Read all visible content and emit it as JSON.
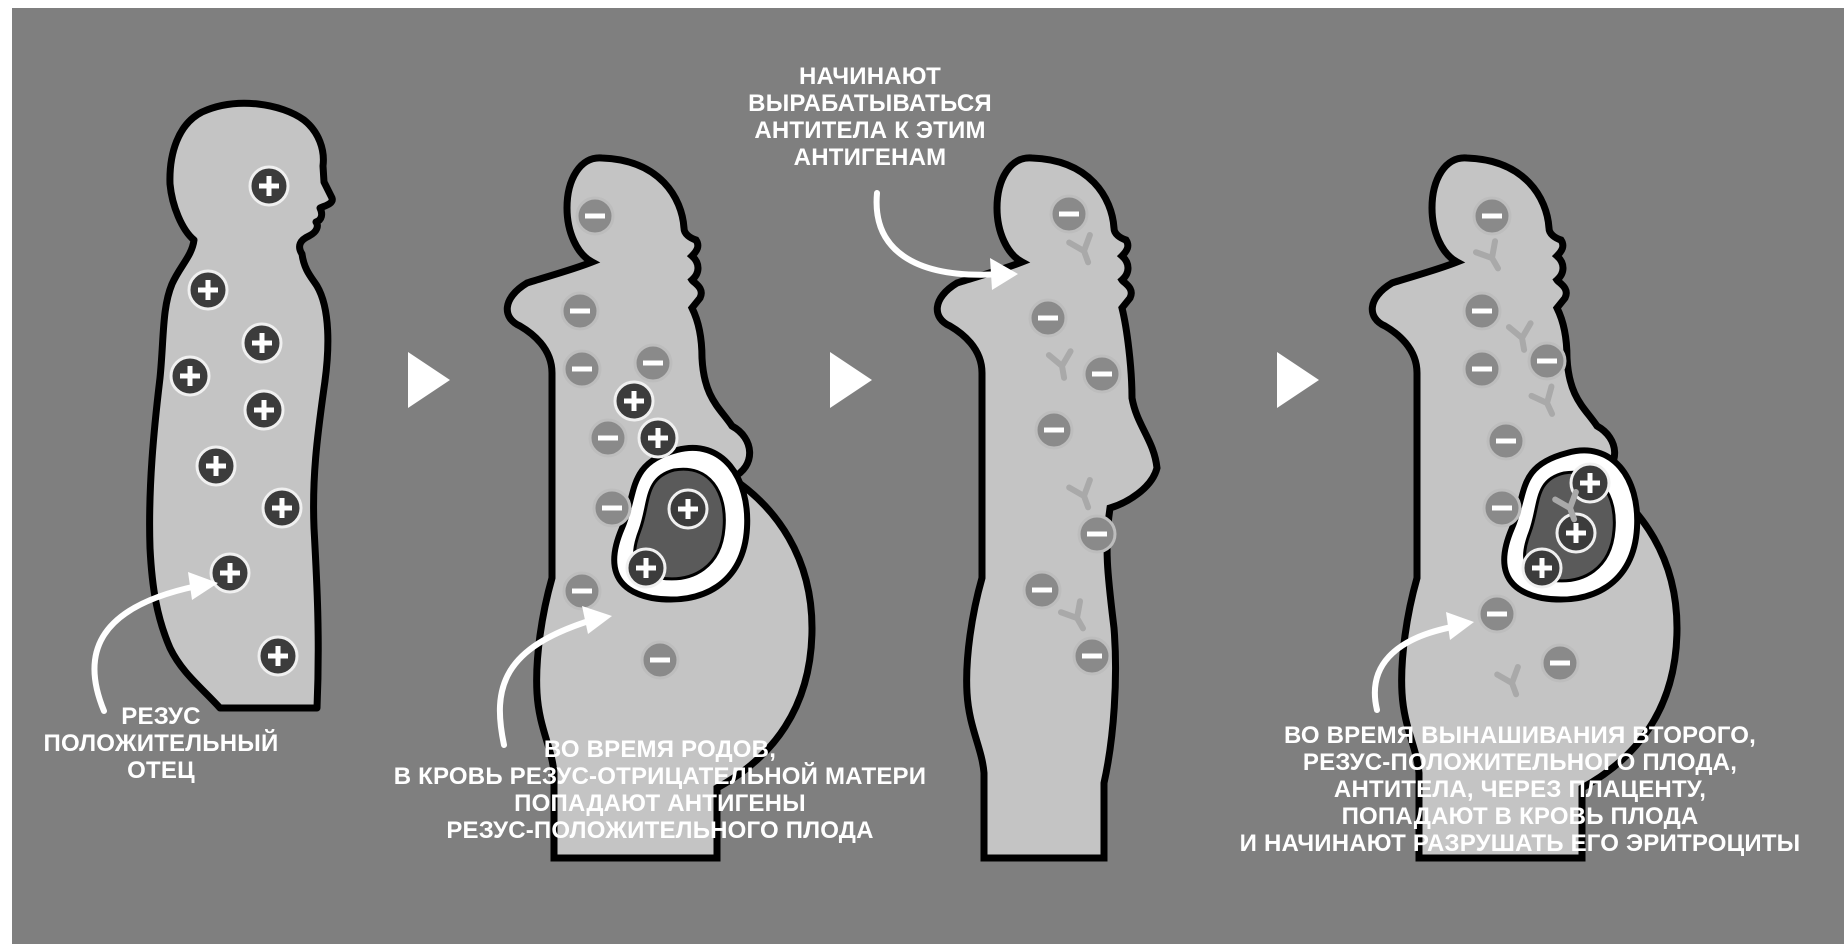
{
  "captions": {
    "father": [
      "РЕЗУС",
      "ПОЛОЖИТЕЛЬНЫЙ",
      "ОТЕЦ"
    ],
    "birth": [
      "ВО ВРЕМЯ РОДОВ,",
      "В КРОВЬ РЕЗУС-ОТРИЦАТЕЛЬНОЙ МАТЕРИ",
      "ПОПАДАЮТ АНТИГЕНЫ",
      "РЕЗУС-ПОЛОЖИТЕЛЬНОГО ПЛОДА"
    ],
    "antibodies": [
      "НАЧИНАЮТ",
      "ВЫРАБАТЫВАТЬСЯ",
      "АНТИТЕЛА К ЭТИМ",
      "АНТИГЕНАМ"
    ],
    "second_pregnancy": [
      "ВО ВРЕМЯ ВЫНАШИВАНИЯ ВТОРОГО,",
      "РЕЗУС-ПОЛОЖИТЕЛЬНОГО ПЛОДА,",
      "АНТИТЕЛА, ЧЕРЕЗ ПЛАЦЕНТУ,",
      "ПОПАДАЮТ В КРОВЬ ПЛОДА",
      "И НАЧИНАЮТ РАЗРУШАТЬ ЕГО ЭРИТРОЦИТЫ"
    ]
  },
  "symbols": {
    "positive": "+",
    "negative": "−"
  },
  "colors": {
    "background": "#7f7f7f",
    "body_fill": "#c4c4c4",
    "outline": "#000000",
    "positive_cell": "#3c3c3c",
    "negative_cell": "#8a8a8a",
    "antibody": "#a9a9a9",
    "fetus_fill": "#5a5a5a",
    "text": "#ffffff"
  }
}
